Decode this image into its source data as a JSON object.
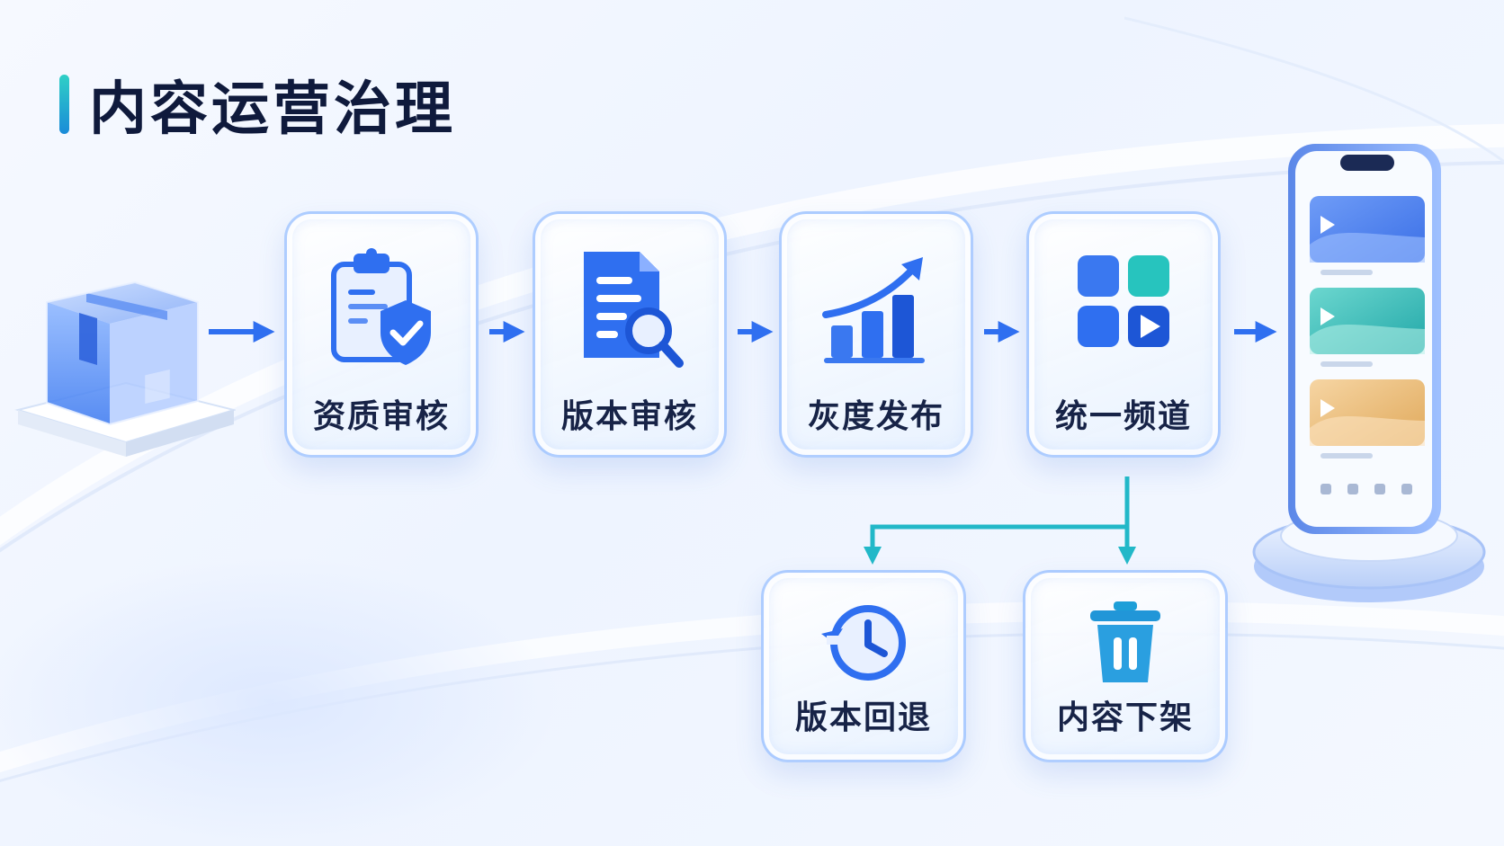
{
  "title": "内容运营治理",
  "steps": [
    {
      "label": "资质审核",
      "icon": "clipboard-shield-icon"
    },
    {
      "label": "版本审核",
      "icon": "document-search-icon"
    },
    {
      "label": "灰度发布",
      "icon": "growth-chart-icon"
    },
    {
      "label": "统一频道",
      "icon": "channel-grid-icon"
    }
  ],
  "branches": [
    {
      "label": "版本回退",
      "icon": "history-clock-icon"
    },
    {
      "label": "内容下架",
      "icon": "trash-bin-icon"
    }
  ],
  "colors": {
    "primary": "#2f6ff0",
    "accent": "#27c4be",
    "title_text": "#0f1a3c",
    "label_text": "#172347"
  }
}
